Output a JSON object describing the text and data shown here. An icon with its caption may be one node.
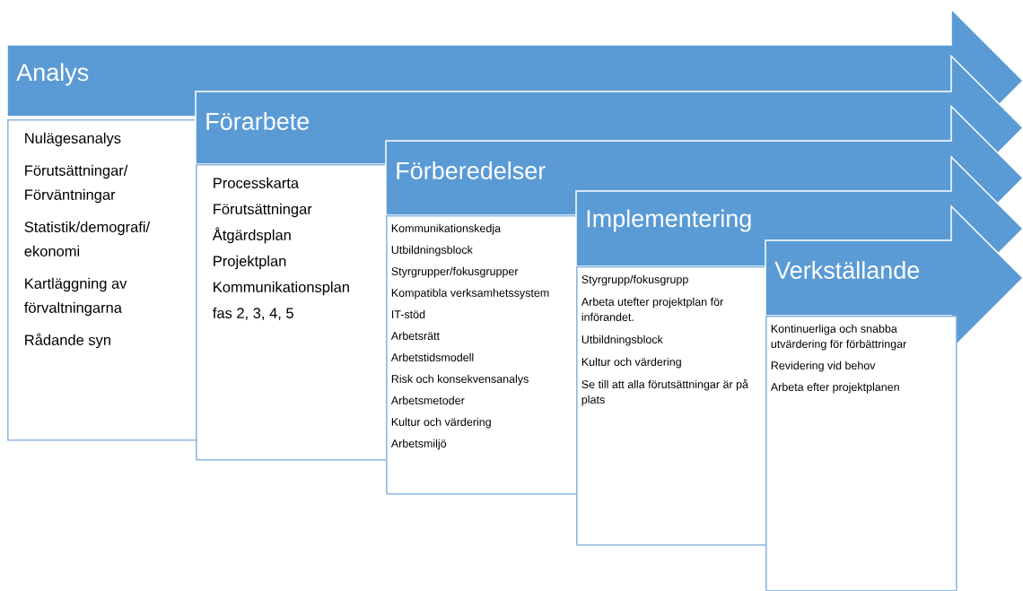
{
  "diagram": {
    "nodes": [
      {
        "text": [
          "Analys"
        ]
      },
      {
        "text": [
          "Nulägesanalys",
          "Förutsättningar/Förväntningar",
          "Statistik/demografi/ekonomi",
          "Kartläggning av förvaltningarna",
          "Rådande syn"
        ]
      },
      {
        "text": [
          "Förarbete"
        ]
      },
      {
        "text": [
          "Processkarta",
          "Förutsättningar",
          "Åtgärdsplan",
          "Projektplan",
          "Kommunikationsplan fas 2, 3, 4, 5"
        ]
      },
      {
        "text": [
          "Förberedelser"
        ]
      },
      {
        "text": [
          "Kommunikationskedja",
          "Utbildningsblock",
          "Styrgrupper/fokusgrupper",
          "Kompatibla verksamhetssystem",
          "IT-stöd",
          "Arbetsrätt",
          "Arbetstidsmodell",
          "Risk och konsekvensanalys",
          "Arbetsmetoder",
          "Kultur och värdering",
          "Arbetsmiljö"
        ]
      },
      {
        "text": [
          "Implementering"
        ]
      },
      {
        "text": [
          "Styrgrupp/fokusgrupp",
          "Arbeta utefter projektplan för införandet.",
          "Utbildningsblock",
          "Kultur och värdering",
          "Se till att alla förutsättningar är på plats"
        ]
      },
      {
        "text": [
          "Verkställande"
        ]
      },
      {
        "text": [
          "Kontinuerliga och snabba utvärdering för förbättringar",
          "Revidering vid behov",
          "Arbeta efter projektplanen"
        ]
      }
    ]
  }
}
